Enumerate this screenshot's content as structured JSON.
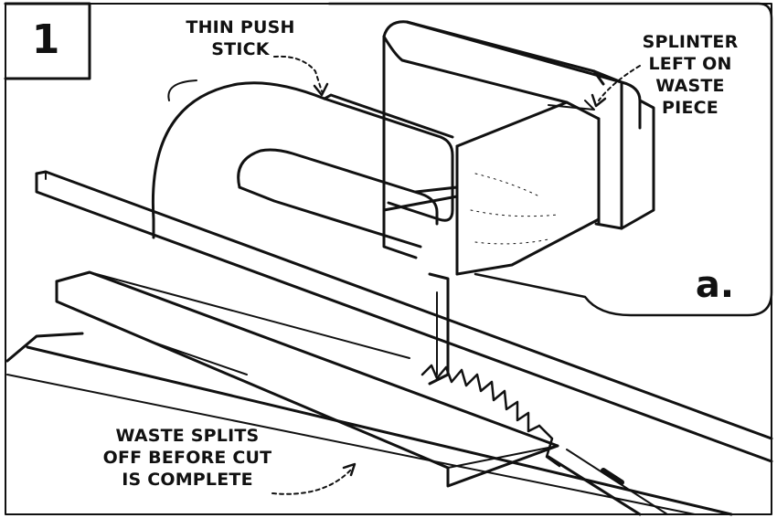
{
  "figure": {
    "step_number": "1",
    "detail_letter": "a."
  },
  "labels": {
    "push_stick": [
      "THIN PUSH",
      "STICK"
    ],
    "splinter": [
      "SPLINTER",
      "LEFT ON",
      "WASTE",
      "PIECE"
    ],
    "waste_splits": [
      "WASTE SPLITS",
      "OFF BEFORE CUT",
      "IS COMPLETE"
    ]
  },
  "colors": {
    "ink": "#111111",
    "paper": "#ffffff"
  }
}
